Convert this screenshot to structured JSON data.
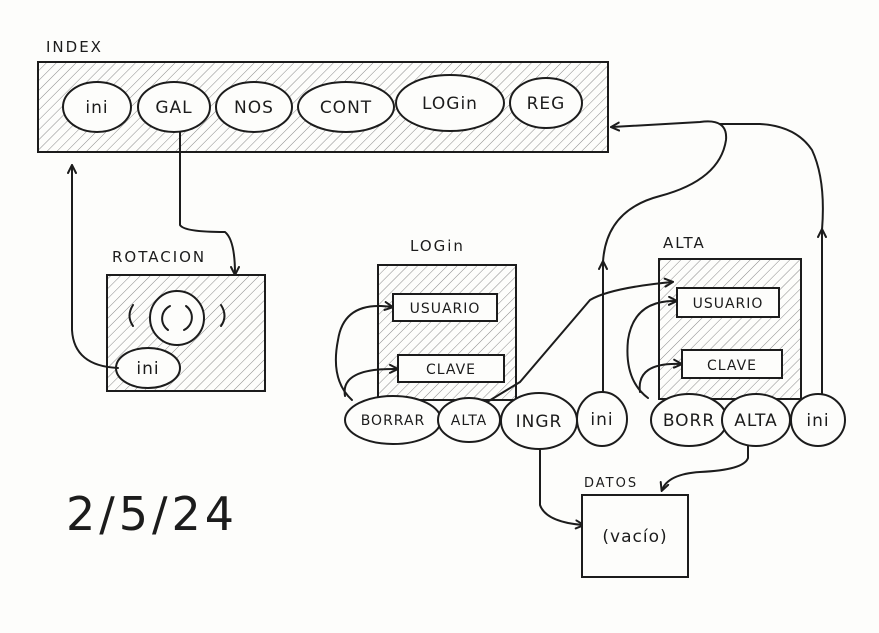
{
  "index": {
    "title": "INDEX",
    "buttons": [
      "ini",
      "GAL",
      "NOS",
      "CONT",
      "LOGin",
      "REG"
    ]
  },
  "rotacion": {
    "title": "ROTACION",
    "button": "ini"
  },
  "login": {
    "title": "LOGin",
    "field_user": "USUARIO",
    "field_pass": "CLAVE",
    "buttons": [
      "BORRAR",
      "ALTA",
      "INGR",
      "ini"
    ]
  },
  "alta": {
    "title": "ALTA",
    "field_user": "USUARIO",
    "field_pass": "CLAVE",
    "buttons": [
      "BORR",
      "ALTA",
      "ini"
    ]
  },
  "datos": {
    "title": "DATOS",
    "content": "(vacío)"
  },
  "date": "2/5/24",
  "colors": {
    "ink": "#1c1c1c",
    "paper": "#fdfdfb"
  }
}
